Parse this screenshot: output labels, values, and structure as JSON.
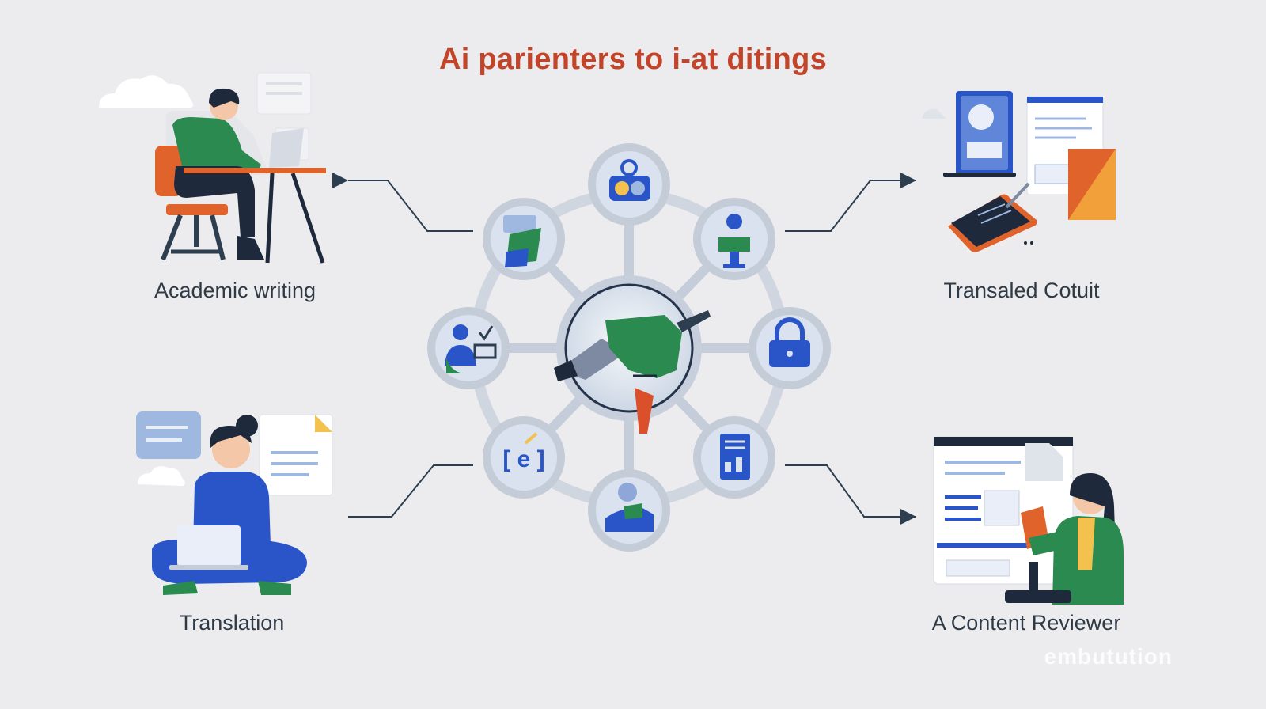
{
  "title": "Ai parienters to i-at ditings",
  "captions": {
    "top_left": "Academic writing",
    "top_right": "Transaled Cotuit",
    "bottom_left": "Translation",
    "bottom_right": "A Content Reviewer"
  },
  "watermark": "embutution",
  "colors": {
    "background": "#ececee",
    "title": "#c2452a",
    "accent_blue": "#2a55c9",
    "accent_green": "#2b8a4f",
    "accent_orange": "#e0632b",
    "node_ring": "#b9c3d0",
    "node_fill": "#d9e2ee",
    "line": "#2c3e50"
  },
  "hub": {
    "center_icon": "ai-assistant-pen-icon",
    "nodes": [
      {
        "icon": "camera-toggle-icon"
      },
      {
        "icon": "presenter-icon"
      },
      {
        "icon": "lock-icon"
      },
      {
        "icon": "report-document-icon"
      },
      {
        "icon": "hand-support-icon"
      },
      {
        "icon": "code-brackets-icon"
      },
      {
        "icon": "user-checklist-icon"
      },
      {
        "icon": "document-stack-icon"
      }
    ]
  }
}
